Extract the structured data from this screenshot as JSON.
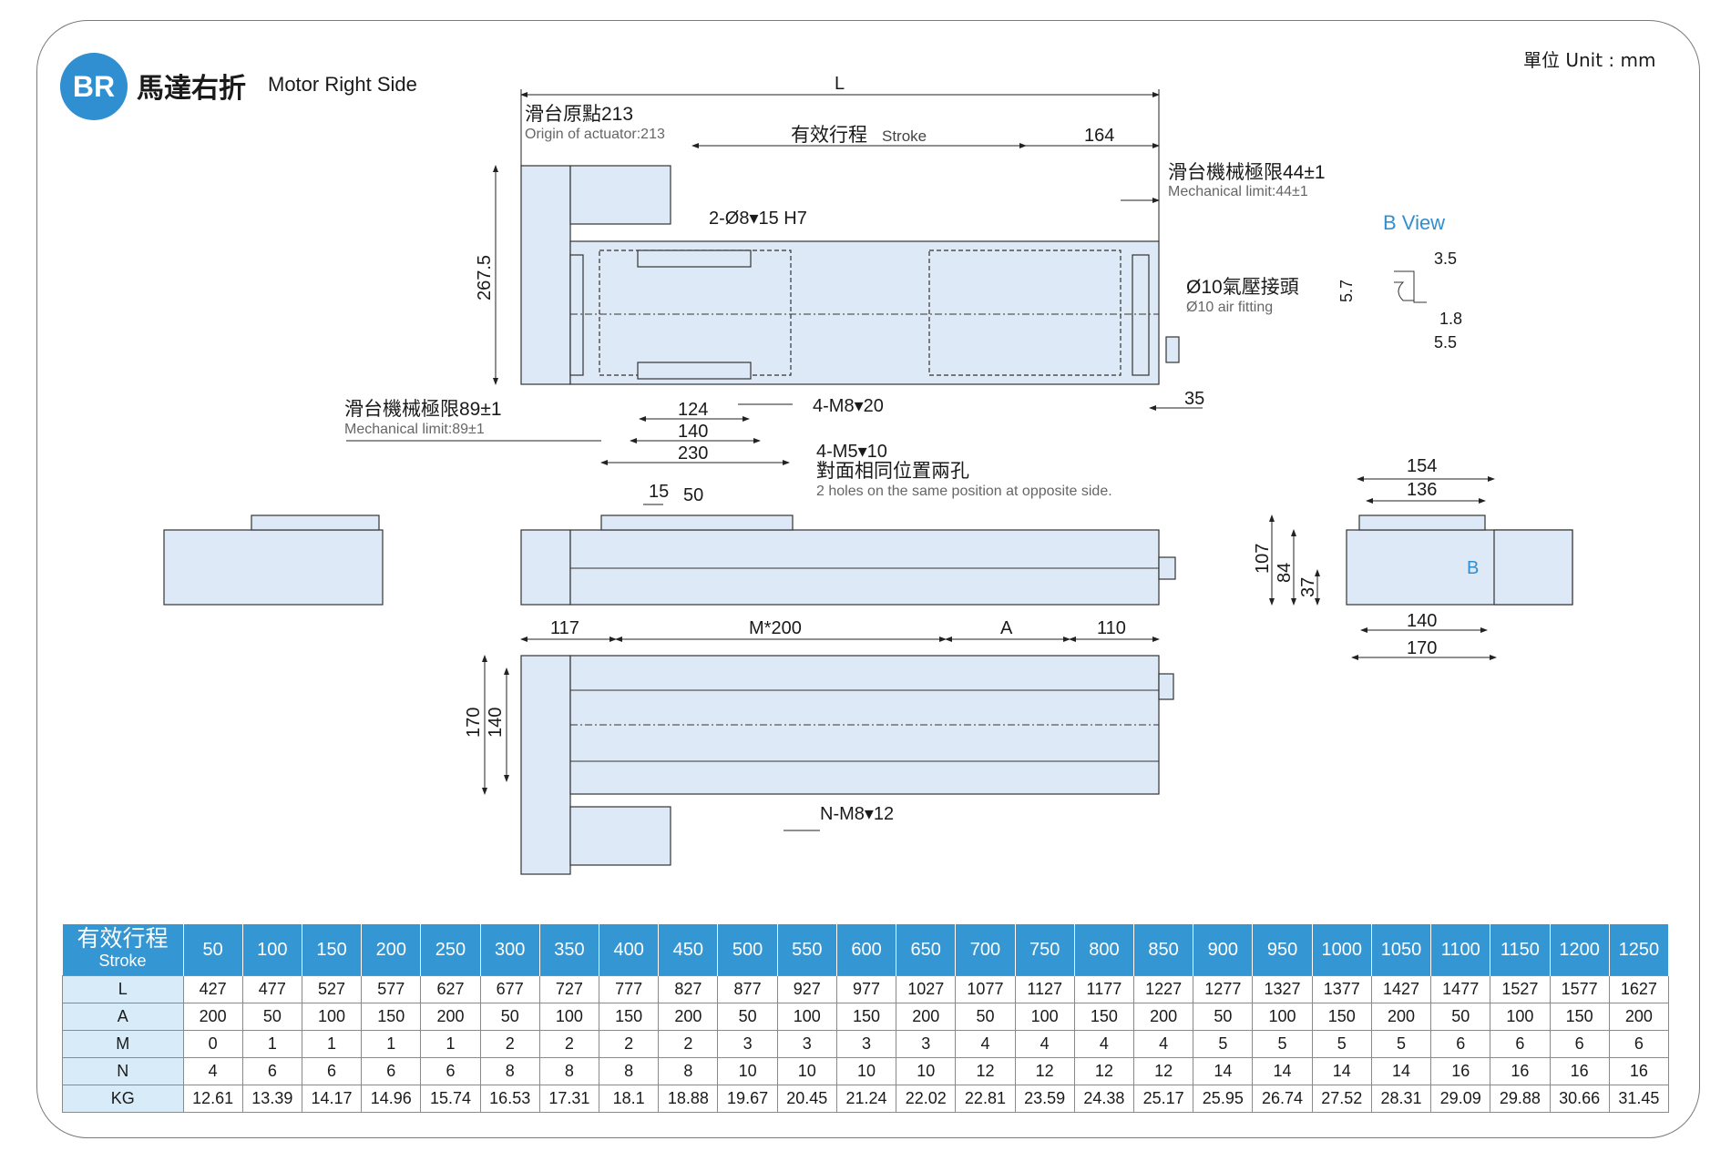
{
  "header": {
    "badge": "BR",
    "title_cn": "馬達右折",
    "title_en": "Motor Right Side",
    "unit": "單位 Unit : mm"
  },
  "colors": {
    "accent": "#2f8fd0",
    "body_fill": "#dde9f6",
    "table_header": "#3496d2",
    "table_label": "#d8ebf8"
  },
  "labels": {
    "L": "L",
    "origin_cn": "滑台原點213",
    "origin_en": "Origin of actuator:213",
    "stroke_cn": "有效行程",
    "stroke_en": "Stroke",
    "dim_164": "164",
    "mech44_cn": "滑台機械極限44±1",
    "mech44_en": "Mechanical limit:44±1",
    "hole_2": "2-Ø8▾15 H7",
    "dim_267": "267.5",
    "air_cn": "Ø10氣壓接頭",
    "air_en": "Ø10 air fitting",
    "bview": "B View",
    "b57": "5.7",
    "b35": "3.5",
    "b18": "1.8",
    "b55": "5.5",
    "mech89_cn": "滑台機械極限89±1",
    "mech89_en": "Mechanical limit:89±1",
    "m8_20": "4-M8▾20",
    "dim_124": "124",
    "dim_140a": "140",
    "dim_230": "230",
    "dim_35": "35",
    "m5_10": "4-M5▾10",
    "opp_cn": "對面相同位置兩孔",
    "opp_en": "2 holes on the same position at opposite side.",
    "dim_15": "15",
    "dim_50": "50",
    "dim_154": "154",
    "dim_136": "136",
    "dim_107": "107",
    "dim_84": "84",
    "dim_37": "37",
    "b_mark": "B",
    "dim_140b": "140",
    "dim_170a": "170",
    "dim_117": "117",
    "m200": "M*200",
    "dim_A": "A",
    "dim_110": "110",
    "dim_170b": "170",
    "dim_140c": "140",
    "n_m8": "N-M8▾12"
  },
  "table": {
    "head_cn": "有效行程",
    "head_en": "Stroke",
    "strokes": [
      "50",
      "100",
      "150",
      "200",
      "250",
      "300",
      "350",
      "400",
      "450",
      "500",
      "550",
      "600",
      "650",
      "700",
      "750",
      "800",
      "850",
      "900",
      "950",
      "1000",
      "1050",
      "1100",
      "1150",
      "1200",
      "1250"
    ],
    "rows": [
      {
        "label": "L",
        "values": [
          "427",
          "477",
          "527",
          "577",
          "627",
          "677",
          "727",
          "777",
          "827",
          "877",
          "927",
          "977",
          "1027",
          "1077",
          "1127",
          "1177",
          "1227",
          "1277",
          "1327",
          "1377",
          "1427",
          "1477",
          "1527",
          "1577",
          "1627"
        ]
      },
      {
        "label": "A",
        "values": [
          "200",
          "50",
          "100",
          "150",
          "200",
          "50",
          "100",
          "150",
          "200",
          "50",
          "100",
          "150",
          "200",
          "50",
          "100",
          "150",
          "200",
          "50",
          "100",
          "150",
          "200",
          "50",
          "100",
          "150",
          "200"
        ]
      },
      {
        "label": "M",
        "values": [
          "0",
          "1",
          "1",
          "1",
          "1",
          "2",
          "2",
          "2",
          "2",
          "3",
          "3",
          "3",
          "3",
          "4",
          "4",
          "4",
          "4",
          "5",
          "5",
          "5",
          "5",
          "6",
          "6",
          "6",
          "6"
        ]
      },
      {
        "label": "N",
        "values": [
          "4",
          "6",
          "6",
          "6",
          "6",
          "8",
          "8",
          "8",
          "8",
          "10",
          "10",
          "10",
          "10",
          "12",
          "12",
          "12",
          "12",
          "14",
          "14",
          "14",
          "14",
          "16",
          "16",
          "16",
          "16"
        ]
      },
      {
        "label": "KG",
        "values": [
          "12.61",
          "13.39",
          "14.17",
          "14.96",
          "15.74",
          "16.53",
          "17.31",
          "18.1",
          "18.88",
          "19.67",
          "20.45",
          "21.24",
          "22.02",
          "22.81",
          "23.59",
          "24.38",
          "25.17",
          "25.95",
          "26.74",
          "27.52",
          "28.31",
          "29.09",
          "29.88",
          "30.66",
          "31.45"
        ]
      }
    ]
  }
}
